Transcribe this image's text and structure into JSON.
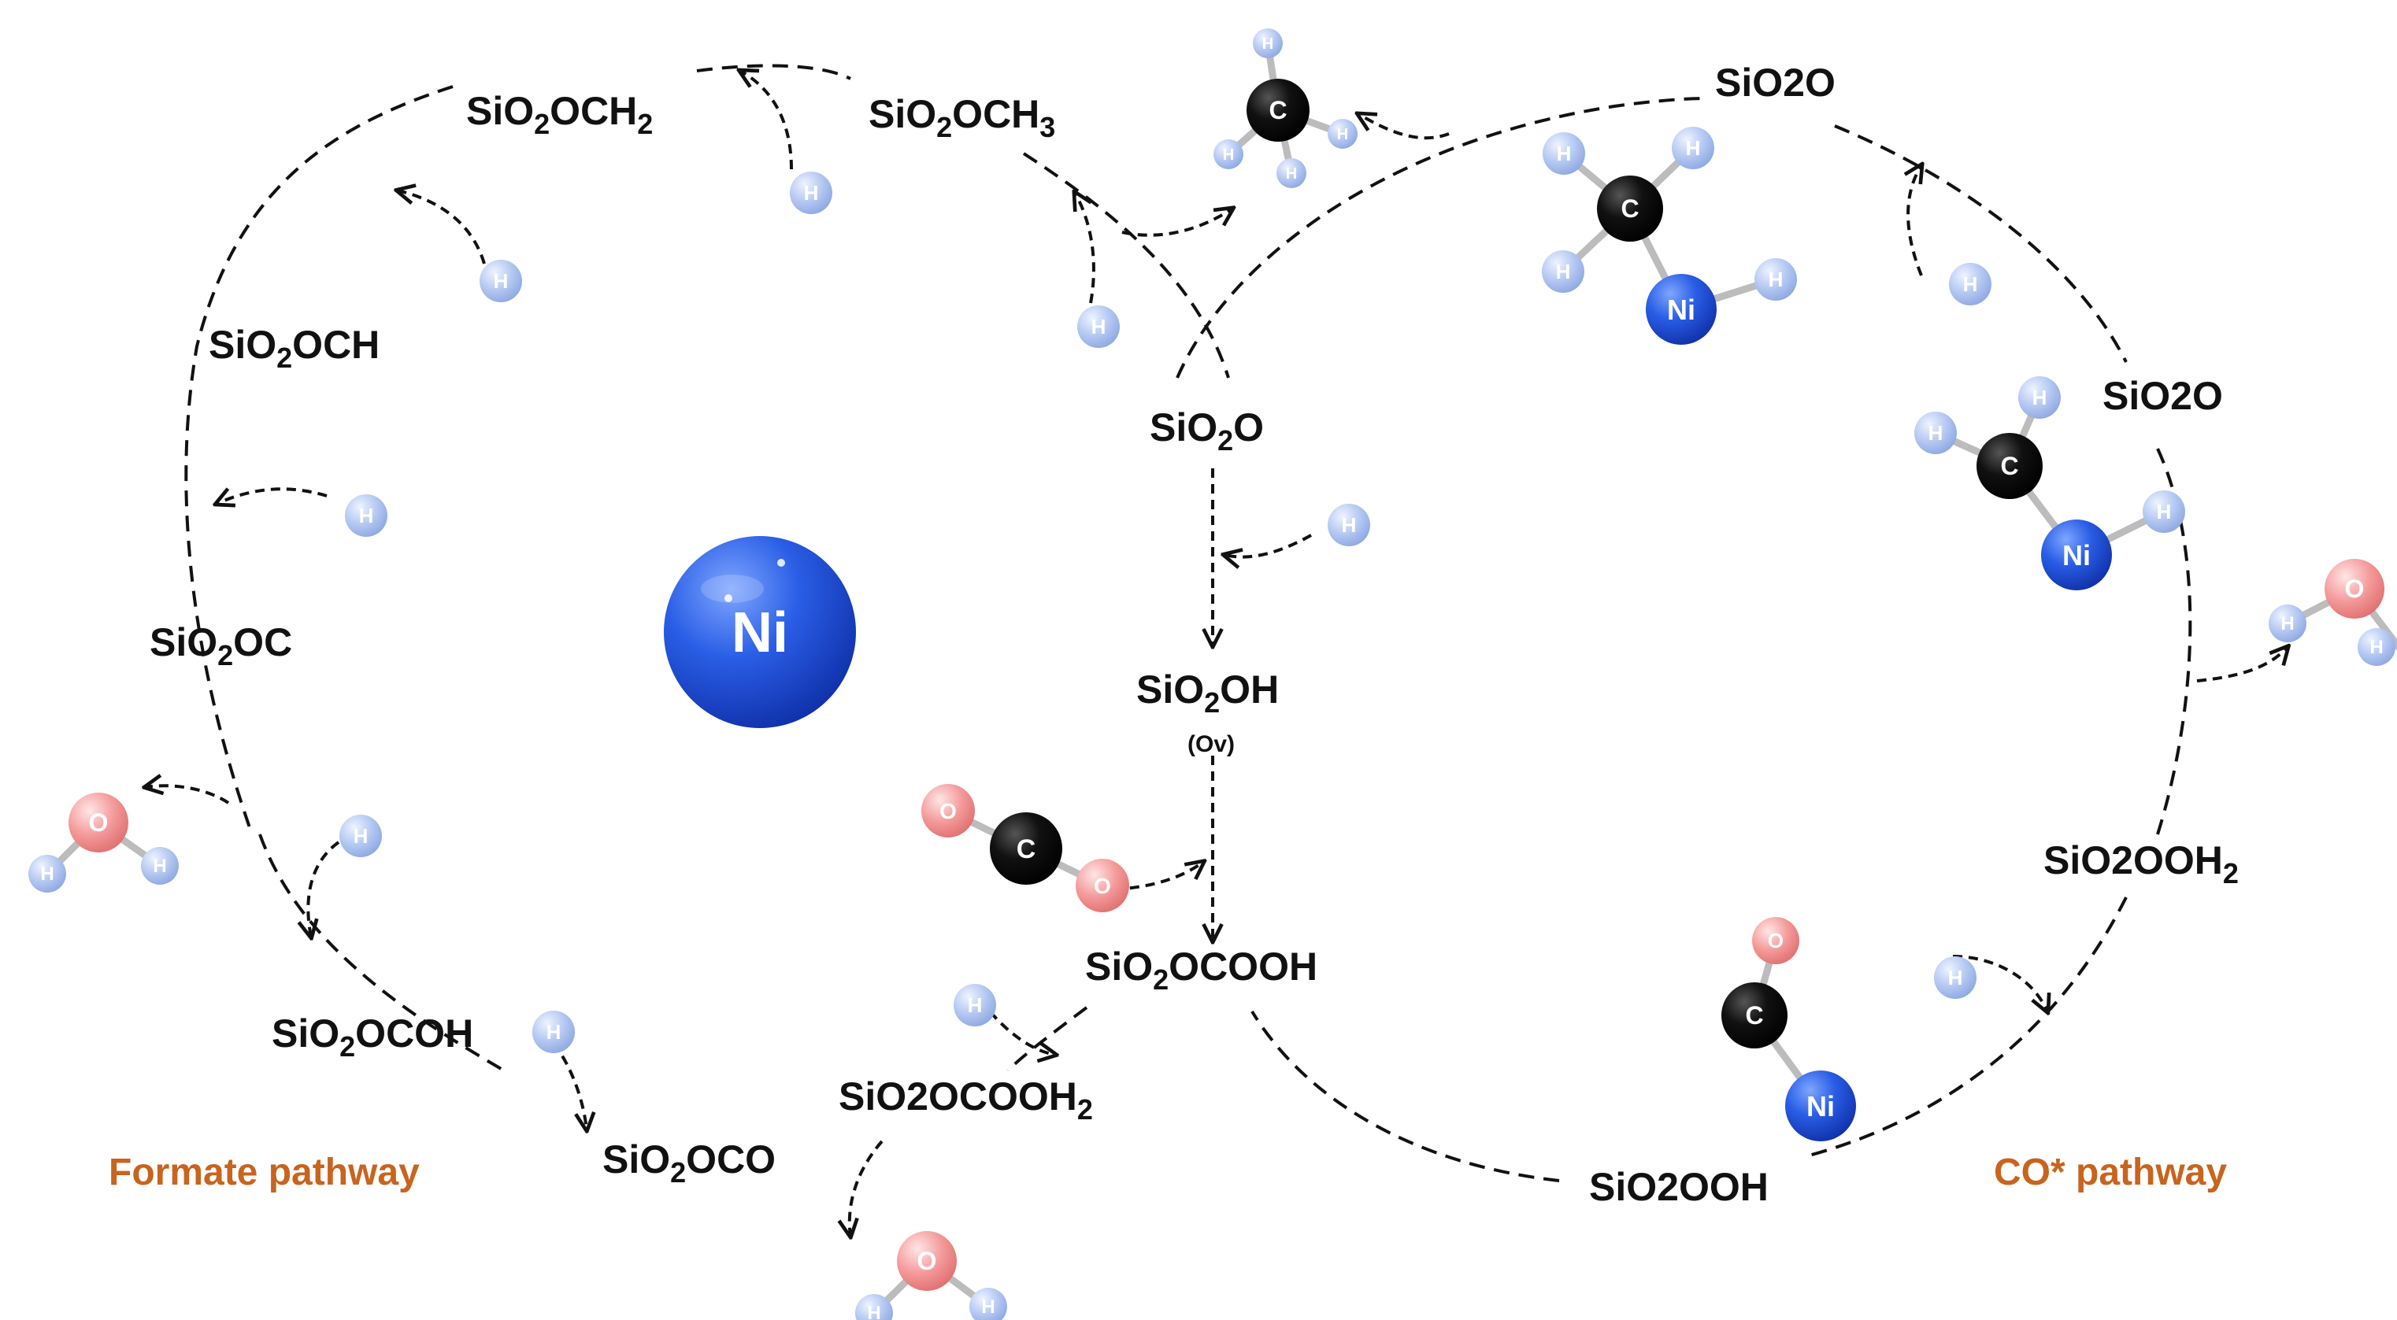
{
  "formate_cycle": {
    "species": {
      "sio2och2": [
        "SiO",
        "2",
        "OCH",
        "2"
      ],
      "sio2och3": [
        "SiO",
        "2",
        "OCH",
        "3"
      ],
      "sio2och": [
        "SiO",
        "2",
        "OCH"
      ],
      "sio2oc": [
        "SiO",
        "2",
        "OC"
      ],
      "sio2ocoh": [
        "SiO",
        "2",
        "OCOH"
      ],
      "sio2oco": [
        "SiO",
        "2",
        "OCO"
      ],
      "sio2ocooh2": [
        "SiO2OCOOH",
        "2"
      ],
      "sio2ocooh": [
        "SiO",
        "2",
        "OCOOH"
      ]
    },
    "pathway_label": "Formate pathway"
  },
  "center": {
    "sio2o": [
      "SiO",
      "2",
      "O"
    ],
    "sio2oh": [
      "SiO",
      "2",
      "OH"
    ],
    "ov_note": "(Ov)",
    "ni_label": "Ni"
  },
  "co_cycle": {
    "species": {
      "sio2o_top": "SiO2O",
      "sio2o_right": "SiO2O",
      "sio2ooh2": [
        "SiO2OOH",
        "2"
      ],
      "sio2ooh": "SiO2OOH"
    },
    "pathway_label": "CO* pathway"
  },
  "atoms": {
    "hydrogen": "H",
    "carbon": "C",
    "oxygen": "O",
    "nickel": "Ni"
  },
  "colors": {
    "pathway_label": "#c8641e",
    "nickel": "#1f4fd8",
    "carbon": "#0a0a0a",
    "oxygen": "#f08a8a",
    "hydrogen": "#a9c0ef"
  }
}
